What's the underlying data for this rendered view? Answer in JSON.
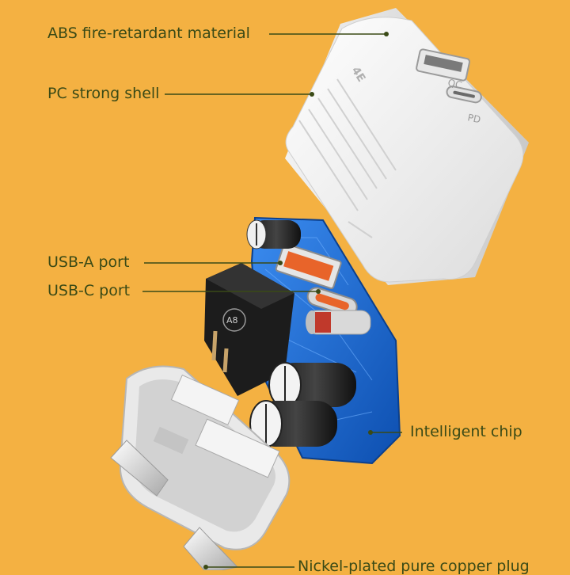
{
  "callouts": {
    "abs": "ABS fire-retardant material",
    "pc": "PC strong shell",
    "usba": "USB-A port",
    "usbc": "USB-C port",
    "chip": "Intelligent chip",
    "plug": "Nickel-plated pure copper plug"
  },
  "product": {
    "brand_mark": "4E",
    "port_qc_mark": "QC",
    "port_pd_mark": "PD",
    "transformer_mark": "A8"
  },
  "colors": {
    "background": "#f4b142",
    "label_text": "#3a4a16",
    "shell": "#f4f4f4",
    "pcb": "#1e73d6",
    "port_orange": "#e8642a"
  }
}
